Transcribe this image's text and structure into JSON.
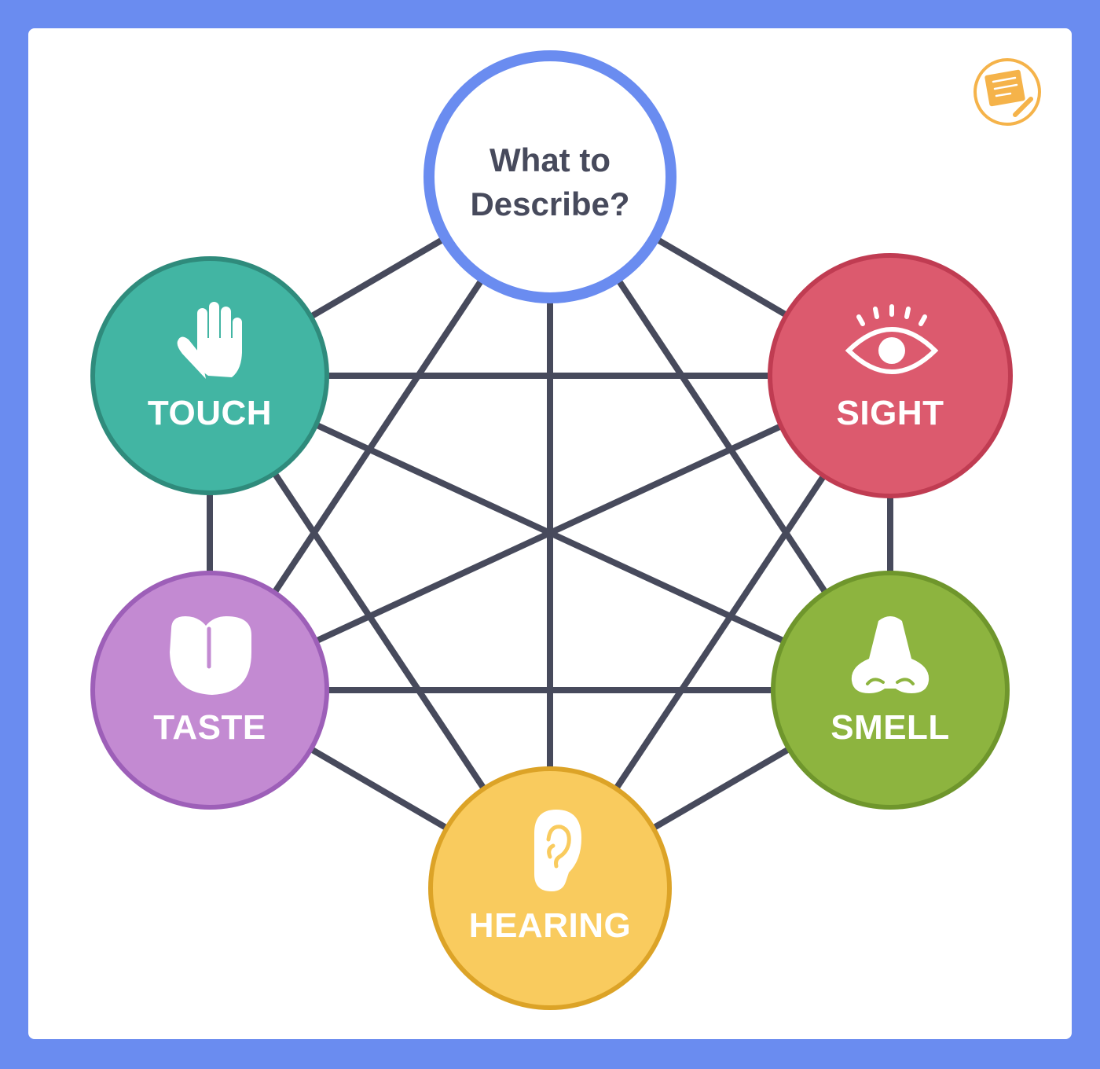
{
  "center": {
    "title_line1": "What to",
    "title_line2": "Describe?",
    "ring_color": "#6a8cf0"
  },
  "senses": [
    {
      "id": "touch",
      "label": "TOUCH",
      "icon": "hand-icon",
      "fill": "#42b5a3",
      "stroke": "#2f8b7c"
    },
    {
      "id": "sight",
      "label": "SIGHT",
      "icon": "eye-icon",
      "fill": "#dc5a6e",
      "stroke": "#c03c52"
    },
    {
      "id": "taste",
      "label": "TASTE",
      "icon": "tongue-icon",
      "fill": "#c38ad2",
      "stroke": "#9d5fb8"
    },
    {
      "id": "smell",
      "label": "SMELL",
      "icon": "nose-icon",
      "fill": "#8db43f",
      "stroke": "#6f962c"
    },
    {
      "id": "hearing",
      "label": "HEARING",
      "icon": "ear-icon",
      "fill": "#f9cb5e",
      "stroke": "#dca327"
    }
  ],
  "colors": {
    "background": "#6a8cf0",
    "card": "#ffffff",
    "connector": "#474a5c",
    "logo": "#f5b34a"
  },
  "logo": {
    "icon": "notepad-pencil-icon"
  }
}
